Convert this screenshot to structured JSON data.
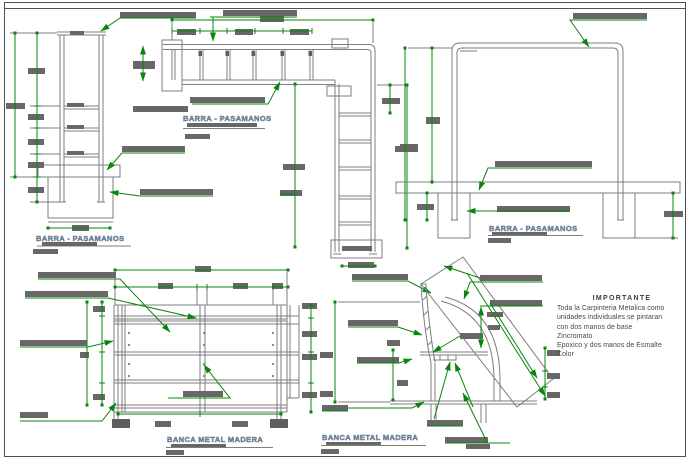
{
  "sheet": {
    "background": "#ffffff"
  },
  "colors": {
    "drawing_line": "#7e7e7e",
    "border_line": "#4f4f4f",
    "dimension_green": "#0b840b",
    "redacted_text_bar": "#676767",
    "title_outline_text": "#8495aa",
    "note_text": "#474747"
  },
  "details": {
    "ladder_side": {
      "title": "BARRA - PASAMANOS"
    },
    "ladder_plan": {
      "title": "BARRA - PASAMANOS"
    },
    "handrail_front": {
      "title": "BARRA - PASAMANOS"
    },
    "bench_front": {
      "title": "BANCA METAL MADERA"
    },
    "bench_side": {
      "title": "BANCA METAL MADERA"
    }
  },
  "note": {
    "heading": "IMPORTANTE",
    "lines": [
      "Toda la Carpinteria Metalica como",
      "unidades individuales se pintaran",
      "con dos manos de base",
      "Zincromato",
      "Epoxico y dos manos de Esmalte",
      "Color"
    ]
  }
}
